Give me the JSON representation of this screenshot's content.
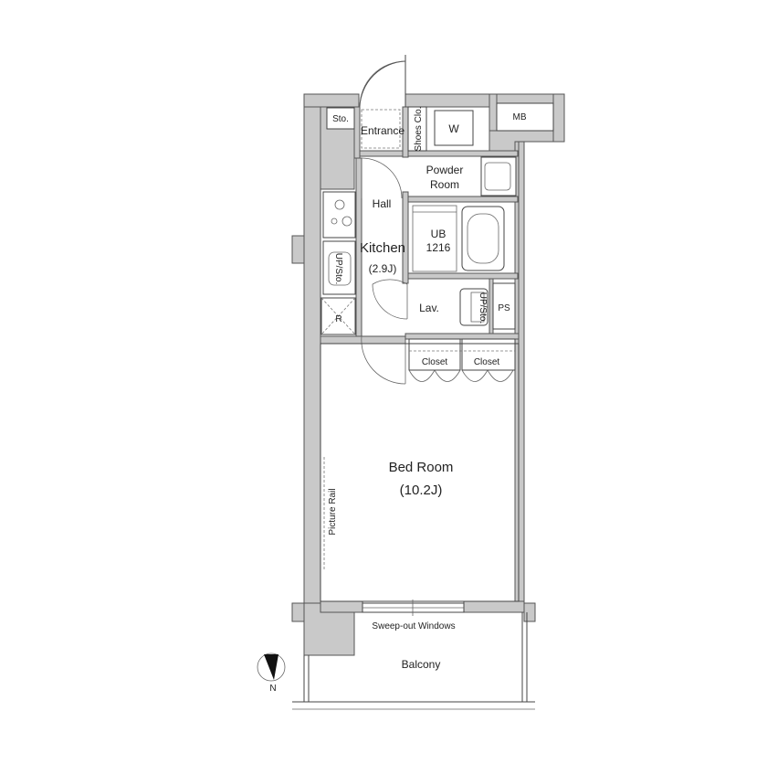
{
  "labels": {
    "storage": "Sto.",
    "entrance": "Entrance",
    "shoes_closet": "Shoes Clo.",
    "washer": "W",
    "meter_box": "MB",
    "powder_room_line1": "Powder",
    "powder_room_line2": "Room",
    "hall": "Hall",
    "unit_bath_line1": "UB",
    "unit_bath_line2": "1216",
    "kitchen": "Kitchen",
    "kitchen_size": "(2.9J)",
    "kitchen_upper_storage": "UP/Sto.",
    "refrigerator": "R",
    "lavatory": "Lav.",
    "lav_upper_storage": "UP/Sto.",
    "pipe_space": "PS",
    "closet_left": "Closet",
    "closet_right": "Closet",
    "bedroom": "Bed Room",
    "bedroom_size": "(10.2J)",
    "picture_rail": "Picture Rail",
    "sweep_out_windows": "Sweep-out Windows",
    "balcony": "Balcony",
    "north": "N"
  },
  "colors": {
    "wall_fill": "#c9c9c9",
    "line": "#444444",
    "background": "#ffffff"
  },
  "icons": {
    "compass": "north-arrow-icon",
    "stove": "stove-burner-icon"
  }
}
